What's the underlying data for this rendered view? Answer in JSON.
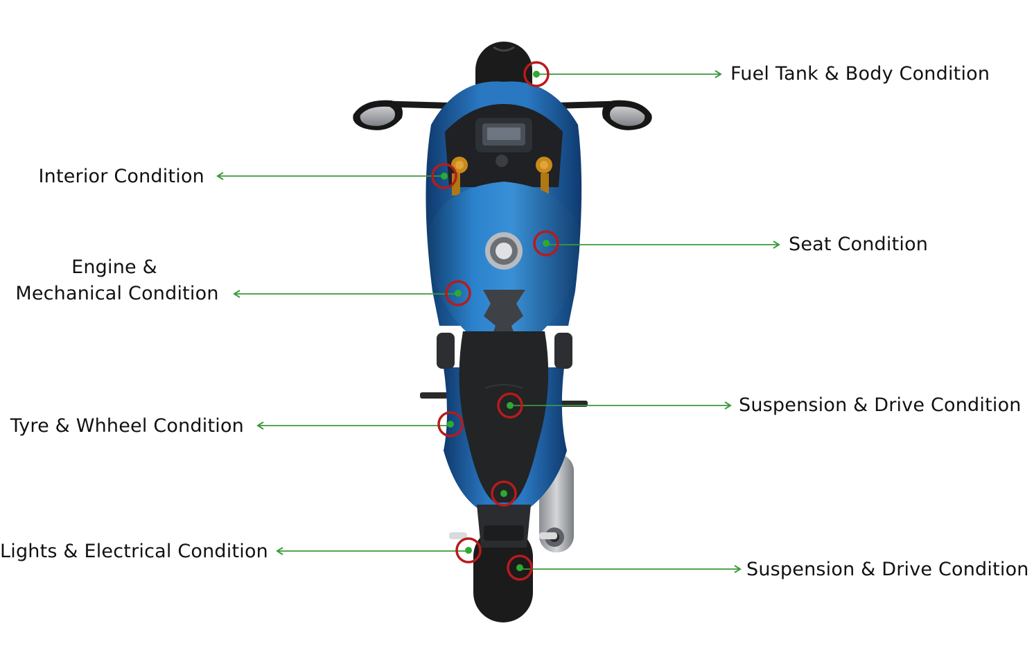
{
  "colors": {
    "leader": "#3a9a3a",
    "marker_ring": "#b81b1b",
    "marker_dot": "#2eaa2e",
    "body_blue": "#1e64ad",
    "body_blue_dark": "#123f78",
    "tyre": "#1b1b1b",
    "seat": "#222426",
    "chrome": "#a9acb0",
    "fork_gold": "#c98a1a"
  },
  "callouts": [
    {
      "id": "fuel-tank",
      "text": "Fuel Tank & Body Condition"
    },
    {
      "id": "interior",
      "text": "Interior Condition"
    },
    {
      "id": "seat",
      "text": "Seat Condition"
    },
    {
      "id": "engine",
      "line1": "Engine &",
      "line2": "Mechanical Condition"
    },
    {
      "id": "suspension-1",
      "text": "Suspension & Drive Condition"
    },
    {
      "id": "tyre",
      "text": "Tyre & Whheel Condition"
    },
    {
      "id": "lights",
      "text": "Lights & Electrical Condition"
    },
    {
      "id": "suspension-2",
      "text": "Suspension & Drive Condition"
    }
  ]
}
